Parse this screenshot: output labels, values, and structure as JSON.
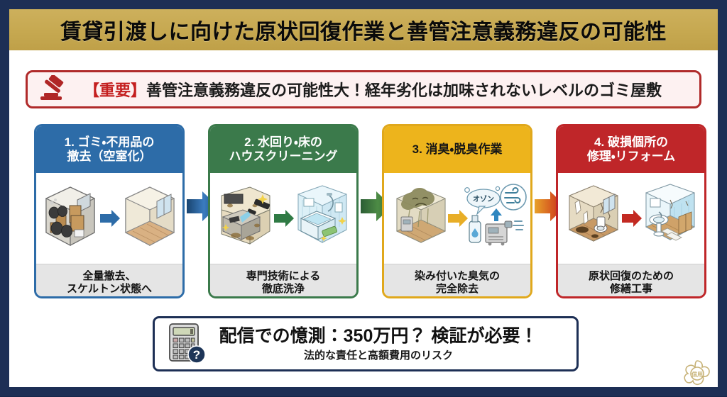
{
  "theme": {
    "frame_navy": "#1d2f55",
    "title_gold": "#c6a850",
    "alert_red": "#b02a2a",
    "step1_blue": "#2d6ca8",
    "step2_green": "#3b7a4b",
    "step3_gold": "#edb41c",
    "step4_red": "#bf2629",
    "footer_gray": "#e5e5e5"
  },
  "title": {
    "text": "賃貸引渡しに向けた原状回復作業と善管注意義務違反の可能性"
  },
  "alert": {
    "icon": "gavel-icon",
    "tag": "【重要】",
    "body": "善管注意義務違反の可能性大！経年劣化は加味されないレベルのゴミ屋敷"
  },
  "steps": [
    {
      "id": "step-1",
      "head_line1": "1. ゴミ・不用品の",
      "head_line2": "撤去（空室化）",
      "caption_line1": "全量撤去、",
      "caption_line2": "スケルトン状態へ",
      "art": "cluttered-room-to-empty-room",
      "accent": "#2d6ca8"
    },
    {
      "id": "step-2",
      "head_line1": "2. 水回り・床の",
      "head_line2": "ハウスクリーニング",
      "caption_line1": "専門技術による",
      "caption_line2": "徹底洗浄",
      "art": "dirty-kitchen-to-clean-bathroom",
      "accent": "#3b7a4b"
    },
    {
      "id": "step-3",
      "head_line1": "3. 消臭・脱臭作業",
      "head_line2": "",
      "caption_line1": "染み付いた臭気の",
      "caption_line2": "完全除去",
      "art": "odor-cloud-to-ozone-generator",
      "accent": "#edb41c",
      "art_label": "オゾン"
    },
    {
      "id": "step-4",
      "head_line1": "4. 破損個所の",
      "head_line2": "修理・リフォーム",
      "caption_line1": "原状回復のための",
      "caption_line2": "修繕工事",
      "art": "damaged-room-to-renovated-room",
      "accent": "#bf2629"
    }
  ],
  "connectors": [
    {
      "id": "connector-1",
      "color": "#2d6ca8",
      "direction": "right"
    },
    {
      "id": "connector-2",
      "color": "#3b7a4b",
      "direction": "right"
    },
    {
      "id": "connector-3",
      "color": "#d4541f",
      "direction": "right"
    }
  ],
  "callout": {
    "icon": "calculator-icon",
    "badge": "?",
    "main": "配信での憶測：350万円？ 検証が必要！",
    "sub": "法的な責任と高額費用のリスク"
  },
  "logo": {
    "name": "flower-emblem-logo",
    "text": "信用"
  }
}
